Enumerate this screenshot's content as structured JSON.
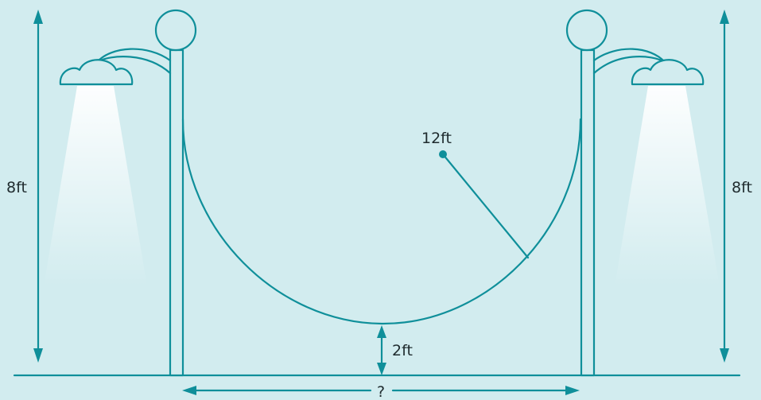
{
  "labels": {
    "left_height": "8ft",
    "right_height": "8ft",
    "radius": "12ft",
    "clearance": "2ft",
    "distance": "?"
  },
  "colors": {
    "background": "#d2ecef",
    "stroke": "#0f8f9a",
    "text": "#1f2b2e"
  }
}
